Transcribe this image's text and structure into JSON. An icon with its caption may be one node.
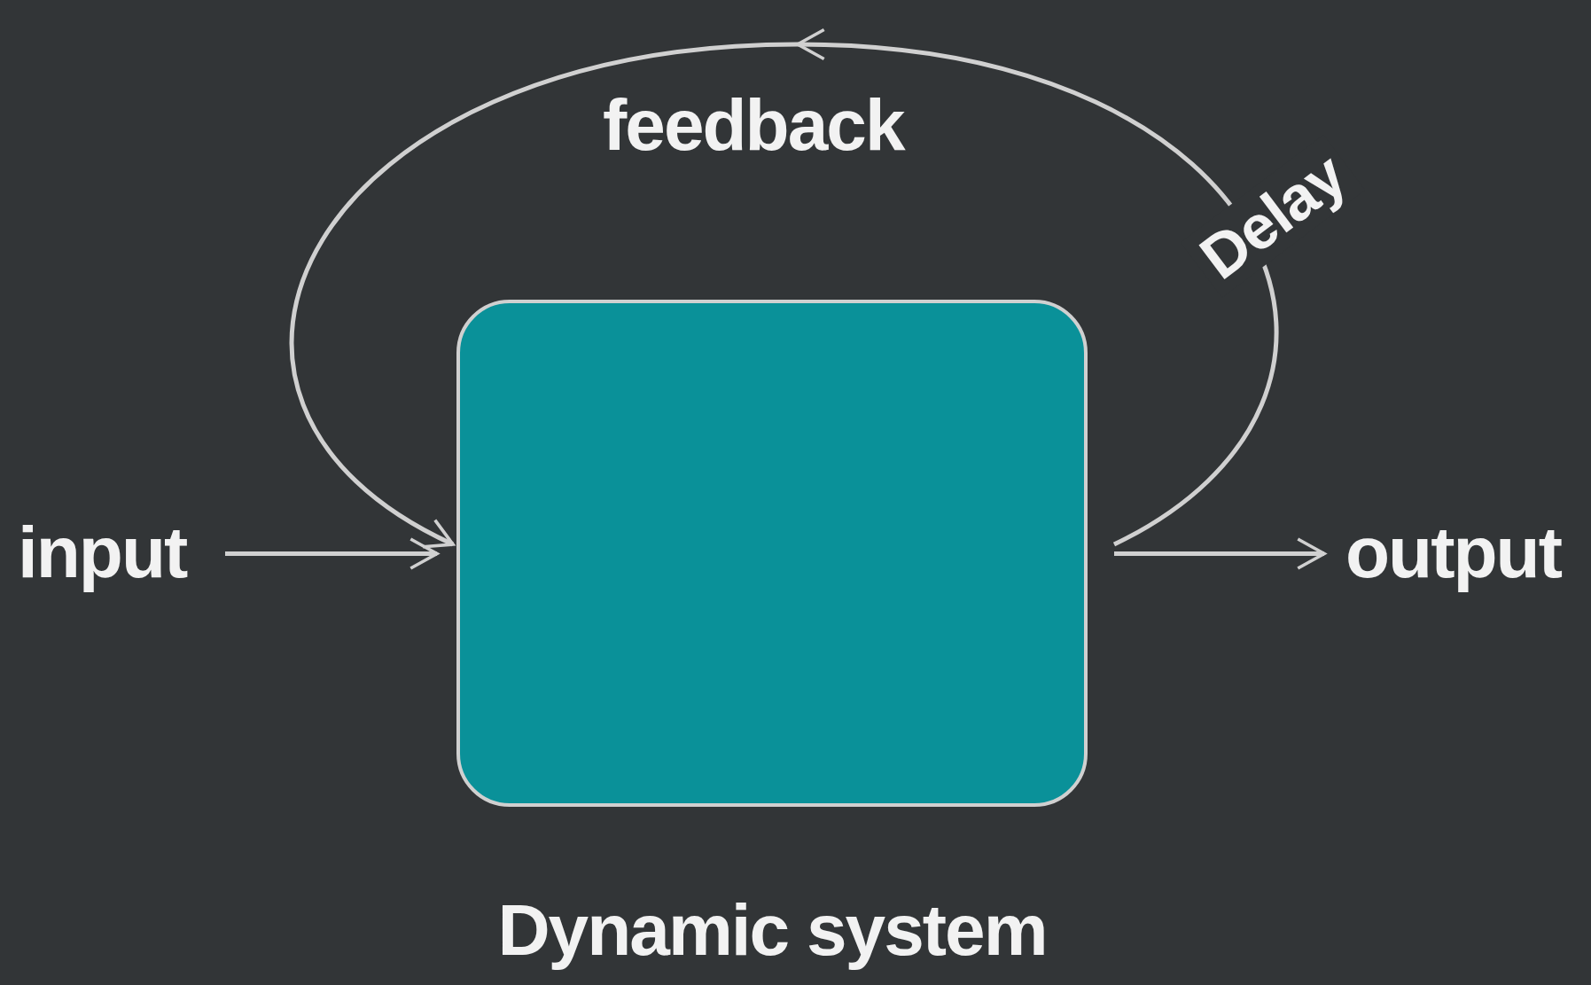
{
  "diagram": {
    "nodes": [
      {
        "text": [
          "input"
        ]
      },
      {
        "text": [],
        "shape": "box",
        "beside": [
          "Dynamic system"
        ]
      },
      {
        "text": [
          "output"
        ]
      }
    ],
    "edges": [
      {
        "from": 0,
        "to": 1,
        "arrow": "to"
      },
      {
        "from": 1,
        "to": 2,
        "arrow": "to"
      },
      {
        "from": 1,
        "to": 1,
        "arrow": "to",
        "label": "Delay"
      }
    ],
    "labels": [
      "feedback"
    ]
  }
}
